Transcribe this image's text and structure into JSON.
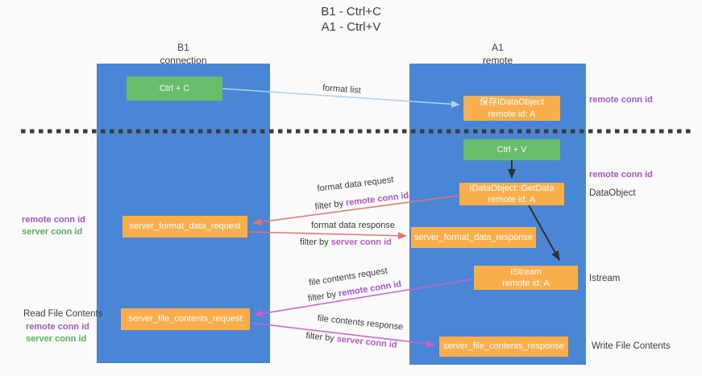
{
  "title": {
    "line1": "B1 - Ctrl+C",
    "line2": "A1 - Ctrl+V"
  },
  "lanes": {
    "left": {
      "name": "B1",
      "role": "connection"
    },
    "right": {
      "name": "A1",
      "role": "remote"
    }
  },
  "nodes": {
    "ctrl_c": {
      "label": "Ctrl + C"
    },
    "ctrl_v": {
      "label": "Ctrl + V"
    },
    "saved_idataobject": {
      "line1": "保存IDataObject",
      "line2": "remote id: A"
    },
    "getdata": {
      "line1": "IDataObject::GetData",
      "line2": "remote id: A"
    },
    "istream": {
      "line1": "IStream",
      "line2": "remote id: A"
    },
    "format_request": {
      "label": "server_format_data_request"
    },
    "format_response": {
      "label": "server_format_data_response"
    },
    "file_request": {
      "label": "server_file_contents_request"
    },
    "file_response": {
      "label": "server_file_contents_response"
    }
  },
  "edge_labels": {
    "format_list": "format list",
    "format_request": "format data request",
    "format_request_filter_prefix": "filter by ",
    "format_request_filter_key": "remote conn id",
    "format_response": "format data response",
    "format_response_filter_prefix": "filter by ",
    "format_response_filter_key": "server conn id",
    "file_request": "file contents request",
    "file_request_filter_prefix": "filter by ",
    "file_request_filter_key": "remote conn id",
    "file_response": "file contents response",
    "file_response_filter_prefix": "filter by ",
    "file_response_filter_key": "server conn id"
  },
  "annotations": {
    "remote_conn_top": "remote conn id",
    "remote_conn_mid": "remote conn id",
    "dataobject": "DataObject",
    "istream": "Istream",
    "write_file_contents": "Write File Contents",
    "read_file_contents": "Read File Contents",
    "left_format": {
      "remote": "remote conn id",
      "server": "server conn id"
    },
    "left_file": {
      "remote": "remote conn id",
      "server": "server conn id"
    }
  },
  "colors": {
    "lane_blue": "#4a85d6",
    "node_green": "#68bd6b",
    "node_orange": "#f9ae4b",
    "remote_conn_purple": "#a855c8",
    "server_conn_green": "#55b158",
    "filter_key_orchid": "#bd5bce",
    "arrow_light_blue": "#a9d3ee",
    "arrow_red": "#e87370",
    "arrow_magenta": "#cf5fcb",
    "arrow_black": "#303030",
    "dashed_line": "#3b3b3b"
  }
}
